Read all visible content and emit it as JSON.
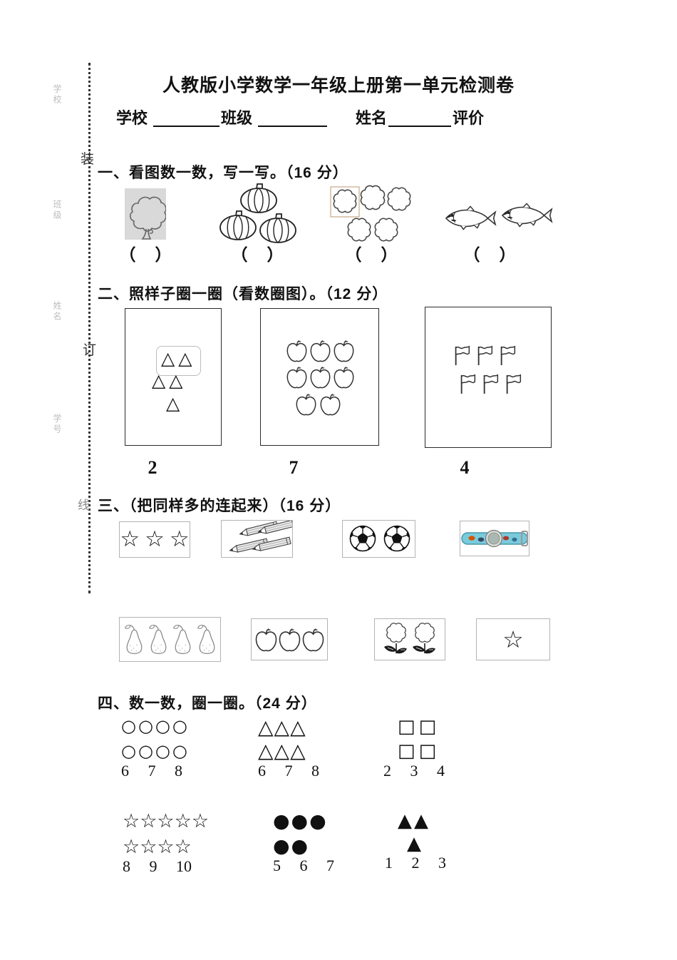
{
  "title": "人教版小学数学一年级上册第一单元检测卷",
  "header": {
    "school_label": "学校",
    "class_label": "班级",
    "name_label": "姓名",
    "eval_label": "评价"
  },
  "margin": {
    "binding_char_1": "装",
    "binding_char_2": "订",
    "binding_char_3": "线",
    "faint_label_1": "学校",
    "faint_label_2": "班级",
    "faint_label_3": "姓名",
    "faint_label_4": "学号"
  },
  "section1": {
    "heading": "一、看图数一数，写一写。（16 分）",
    "answer_blank": "（　）",
    "pictures": [
      {
        "name": "tree",
        "count": 1
      },
      {
        "name": "pumpkins",
        "count": 3
      },
      {
        "name": "flowers",
        "count": 5
      },
      {
        "name": "fish",
        "count": 2
      }
    ]
  },
  "section2": {
    "heading": "二、照样子圈一圈（看数圈图）。（12 分）",
    "box1": {
      "shape_pair": "△△",
      "shape_single": "△",
      "number": "2",
      "count": 5
    },
    "box2": {
      "name": "apples",
      "number": "7",
      "count": 8
    },
    "box3": {
      "name": "flags",
      "number": "4",
      "count": 6
    }
  },
  "section3": {
    "heading": "三、（把同样多的连起来）（16 分）",
    "stars3": "☆☆☆",
    "star1": "☆",
    "row1": [
      {
        "name": "stars",
        "count": 3
      },
      {
        "name": "pencils",
        "count": 4
      },
      {
        "name": "soccer-balls",
        "count": 2
      },
      {
        "name": "watch",
        "count": 1
      }
    ],
    "row2": [
      {
        "name": "pears",
        "count": 4
      },
      {
        "name": "apples",
        "count": 3
      },
      {
        "name": "flowers",
        "count": 2
      },
      {
        "name": "star",
        "count": 1
      }
    ]
  },
  "section4": {
    "heading": "四、数一数，圈一圈。（24 分）",
    "group1": [
      {
        "row1": "○○○○",
        "row2": "○○○○",
        "nums": "6 7 8"
      },
      {
        "row1": "△△△",
        "row2": "△△△",
        "nums": "6 7 8"
      },
      {
        "row1": "□□",
        "row2": "□□",
        "nums": "2 3 4"
      }
    ],
    "group2": [
      {
        "row1": "☆☆☆☆☆",
        "row2": "☆☆☆☆",
        "nums": "8 9 10"
      },
      {
        "row1": "●●●",
        "row2": "●●",
        "nums": "5 6 7"
      },
      {
        "row1": "▲▲",
        "row2": "▲",
        "nums": "1 2 3"
      }
    ]
  },
  "colors": {
    "tree_background": "#d9d9d9",
    "flower_highlight_box": "#c9a886",
    "watch_band": "#79cbdc",
    "ink": "#111111"
  }
}
